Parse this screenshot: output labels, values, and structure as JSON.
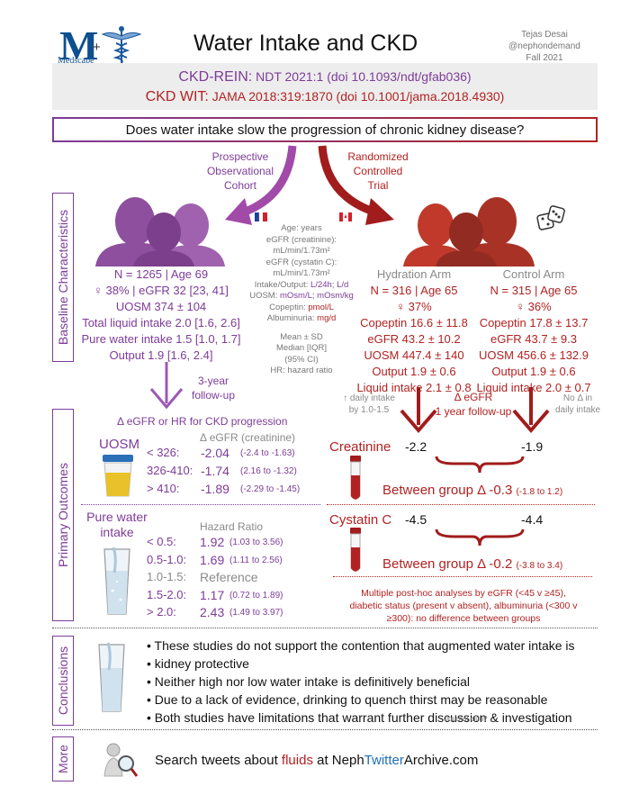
{
  "header": {
    "logo_letter": "M",
    "logo_plus": "+",
    "logo_sub": "Medscape",
    "title": "Water Intake and CKD",
    "author_name": "Tejas Desai",
    "author_handle": "@nephondemand",
    "author_date": "Fall 2021"
  },
  "refs": {
    "rein_label": "CKD-REIN:",
    "rein_text": "NDT 2021:1 (doi 10.1093/ndt/gfab036)",
    "wit_label": "CKD WIT:",
    "wit_text": "JAMA 2018:319:1870 (doi 10.1001/jama.2018.4930)"
  },
  "question": "Does water intake slow the progression of chronic kidney disease?",
  "arms": {
    "prospective": [
      "Prospective",
      "Observational",
      "Cohort"
    ],
    "randomized": [
      "Randomized",
      "Controlled",
      "Trial"
    ]
  },
  "sections": {
    "baseline": "Baseline Characteristics",
    "primary": "Primary Outcomes",
    "conclusions": "Conclusions",
    "more": "More"
  },
  "units": {
    "age": "Age: years",
    "egfr_cr": "eGFR (creatinine): mL/min/1.73m²",
    "egfr_cys": "eGFR (cystatin C): mL/min/1.73m²",
    "intake_label": "Intake/Output: ",
    "intake_val": "L/24h; L/d",
    "uosm_label": "UOSM: ",
    "uosm_val": "mOsm/L; mOsm/kg",
    "copeptin_label": "Copeptin: ",
    "copeptin_val": "pmol/L",
    "albumin_label": "Albuminuria: ",
    "albumin_val": "mg/d",
    "stats1": "Mean ± SD",
    "stats2": "Median [IQR]",
    "stats3": "(95% CI)",
    "stats4": "HR: hazard ratio"
  },
  "rein_baseline": [
    "N = 1265 | Age 69",
    "♀ 38% | eGFR 32 [23, 41]",
    "UOSM 374 ± 104",
    "Total liquid intake 2.0 [1.6, 2.6]",
    "Pure water intake 1.5 [1.0, 1.7]",
    "Output 1.9 [1.6, 2.4]"
  ],
  "hydration": {
    "title": "Hydration Arm",
    "lines": [
      "N = 316 | Age 65",
      "♀ 37%",
      "Copeptin 16.6 ± 11.8",
      "eGFR 43.2 ± 10.2",
      "UOSM 447.4 ± 140",
      "Output 1.9 ± 0.6",
      "Liquid intake 2.1 ± 0.8"
    ]
  },
  "control": {
    "title": "Control Arm",
    "lines": [
      "N = 315 | Age 65",
      "♀ 36%",
      "Copeptin 17.8 ± 13.7",
      "eGFR 43.7 ± 9.3",
      "UOSM 456.6 ± 132.9",
      "Output 1.9 ± 0.6",
      "Liquid intake 2.0 ± 0.7"
    ]
  },
  "followup": {
    "rein": [
      "3-year",
      "follow-up"
    ],
    "wit_title": "Δ eGFR",
    "wit_sub": "1 year follow-up",
    "daily_up": [
      "↑ daily intake",
      "by 1.0-1.5"
    ],
    "no_change": [
      "No Δ in",
      "daily intake"
    ]
  },
  "rein_outcomes": {
    "header": "Δ eGFR or HR for CKD progression",
    "uosm_label": "UOSM",
    "egfr_header": "Δ eGFR (creatinine)",
    "uosm_rows": [
      {
        "range": "< 326:",
        "val": "-2.04",
        "ci": "(-2.4 to -1.63)"
      },
      {
        "range": "326-410:",
        "val": "-1.74",
        "ci": "(2.16 to -1.32)"
      },
      {
        "range": "> 410:",
        "val": "-1.89",
        "ci": "(-2.29 to -1.45)"
      }
    ],
    "water_label": [
      "Pure water",
      "intake"
    ],
    "hr_header": "Hazard Ratio",
    "water_rows": [
      {
        "range": "< 0.5:",
        "val": "1.92",
        "ci": "(1.03 to 3.56)"
      },
      {
        "range": "0.5-1.0:",
        "val": "1.69",
        "ci": "(1.11 to 2.56)"
      },
      {
        "range": "1.0-1.5:",
        "val": "Reference",
        "ci": ""
      },
      {
        "range": "1.5-2.0:",
        "val": "1.17",
        "ci": "(0.72 to 1.89)"
      },
      {
        "range": "> 2.0:",
        "val": "2.43",
        "ci": "(1.49 to 3.97)"
      }
    ]
  },
  "wit_outcomes": {
    "creat_label": "Creatinine",
    "creat_hyd": "-2.2",
    "creat_ctl": "-1.9",
    "creat_between": "Between group Δ -0.3",
    "creat_ci": "(-1.8 to 1.2)",
    "cys_label": "Cystatin C",
    "cys_hyd": "-4.5",
    "cys_ctl": "-4.4",
    "cys_between": "Between group Δ -0.2",
    "cys_ci": "(-3.8 to 3.4)",
    "posthoc": [
      "Multiple post-hoc analyses by eGFR (<45 v ≥45),",
      "diabetic status (present v absent), albuminuria (<300 v",
      "≥300): no difference between groups"
    ]
  },
  "conclusions": [
    "These studies do not support the contention that augmented water intake is",
    "kidney protective",
    "Neither high nor low water intake is definitively beneficial",
    "Due to a lack of evidence, drinking to quench thirst may be reasonable",
    "Both studies have limitations that warrant further discussion & investigation"
  ],
  "journal_club": "Journal club?",
  "footer": {
    "pre": "Search tweets about ",
    "fluids": "fluids",
    "mid": " at Neph",
    "twitter": "Twitter",
    "post": "Archive.com"
  },
  "colors": {
    "purple": "#7d3c98",
    "red": "#b22222",
    "blue": "#1f6fb5"
  },
  "icons": [
    "caduceus-icon",
    "france-flag-icon",
    "canada-flag-icon",
    "dice-icon",
    "urine-cup-icon",
    "water-glass-icon",
    "blood-tube-icon",
    "magnifier-icon"
  ]
}
